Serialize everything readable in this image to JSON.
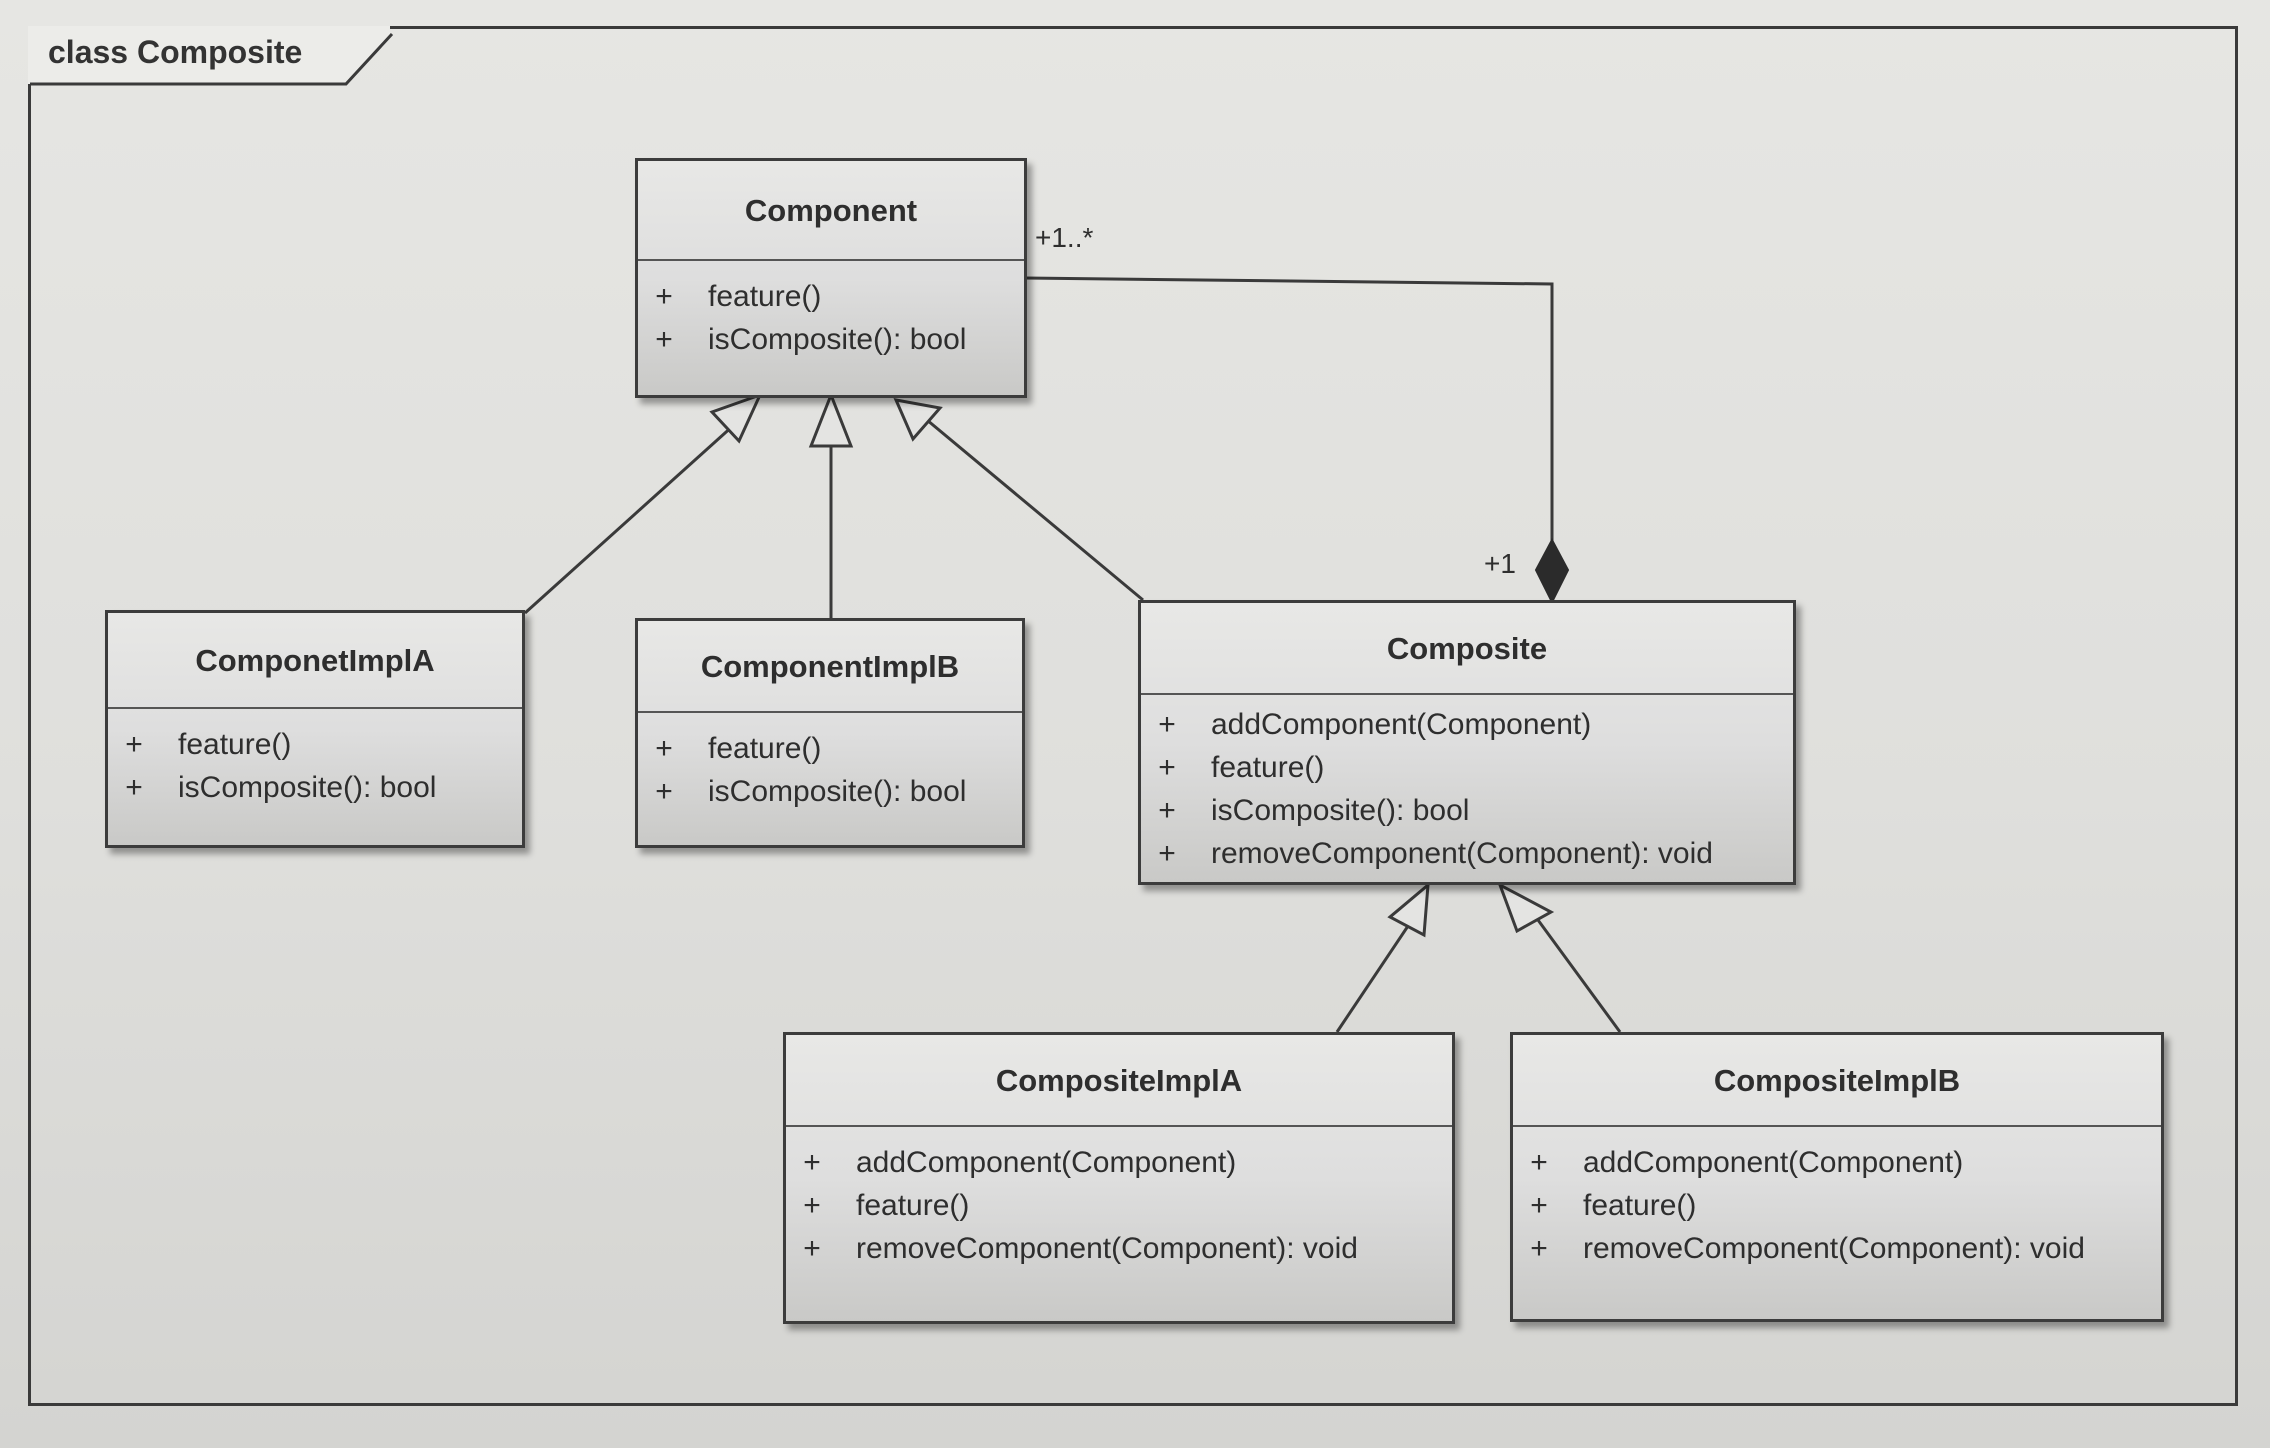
{
  "frame": {
    "title": "class Composite"
  },
  "classes": {
    "component": {
      "name": "Component",
      "operations": [
        {
          "visibility": "+",
          "signature": "feature()"
        },
        {
          "visibility": "+",
          "signature": "isComposite(): bool"
        }
      ]
    },
    "componet_impl_a": {
      "name": "ComponetImplA",
      "operations": [
        {
          "visibility": "+",
          "signature": "feature()"
        },
        {
          "visibility": "+",
          "signature": "isComposite(): bool"
        }
      ]
    },
    "component_impl_b": {
      "name": "ComponentImplB",
      "operations": [
        {
          "visibility": "+",
          "signature": "feature()"
        },
        {
          "visibility": "+",
          "signature": "isComposite(): bool"
        }
      ]
    },
    "composite": {
      "name": "Composite",
      "operations": [
        {
          "visibility": "+",
          "signature": "addComponent(Component)"
        },
        {
          "visibility": "+",
          "signature": "feature()"
        },
        {
          "visibility": "+",
          "signature": "isComposite(): bool"
        },
        {
          "visibility": "+",
          "signature": "removeComponent(Component): void"
        }
      ]
    },
    "composite_impl_a": {
      "name": "CompositeImplA",
      "operations": [
        {
          "visibility": "+",
          "signature": "addComponent(Component)"
        },
        {
          "visibility": "+",
          "signature": "feature()"
        },
        {
          "visibility": "+",
          "signature": "removeComponent(Component): void"
        }
      ]
    },
    "composite_impl_b": {
      "name": "CompositeImplB",
      "operations": [
        {
          "visibility": "+",
          "signature": "addComponent(Component)"
        },
        {
          "visibility": "+",
          "signature": "feature()"
        },
        {
          "visibility": "+",
          "signature": "removeComponent(Component): void"
        }
      ]
    }
  },
  "association": {
    "component_end_multiplicity": "+1..*",
    "composite_end_multiplicity": "+1"
  }
}
